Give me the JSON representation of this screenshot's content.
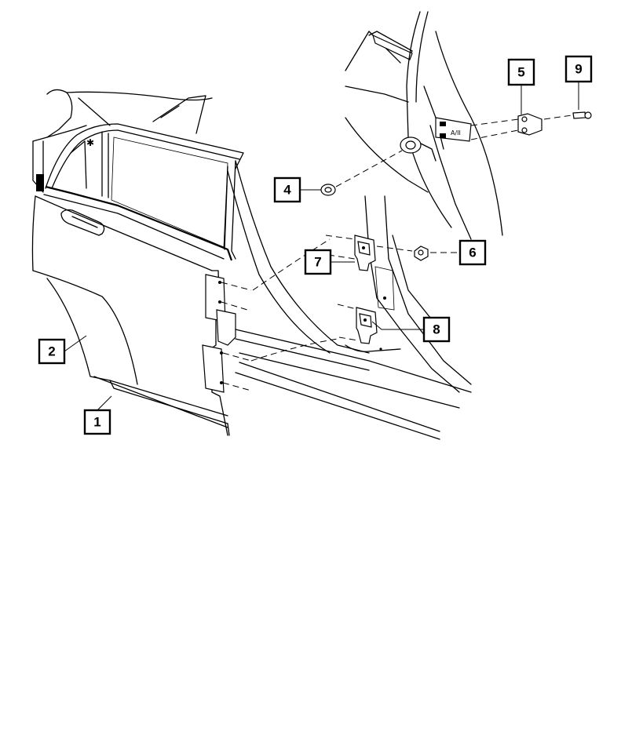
{
  "callouts": [
    {
      "id": "callout-1",
      "label": "1"
    },
    {
      "id": "callout-2",
      "label": "2"
    },
    {
      "id": "callout-4",
      "label": "4"
    },
    {
      "id": "callout-5",
      "label": "5"
    },
    {
      "id": "callout-6",
      "label": "6"
    },
    {
      "id": "callout-7",
      "label": "7"
    },
    {
      "id": "callout-8",
      "label": "8"
    },
    {
      "id": "callout-9",
      "label": "9"
    }
  ]
}
